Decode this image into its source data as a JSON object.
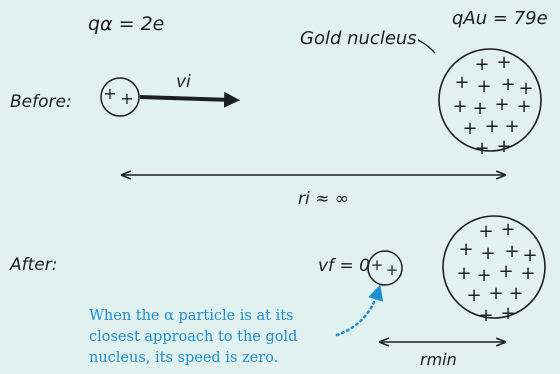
{
  "labels": {
    "q_alpha": "qα = 2e",
    "q_au": "qAu = 79e",
    "gold_nucleus": "Gold nucleus",
    "before": "Before:",
    "after": "After:",
    "v_initial": "vi",
    "r_initial": "ri ≈ ∞",
    "v_final": "vf = 0",
    "r_min": "rmin"
  },
  "callout": {
    "line1": "When the α particle is at its",
    "line2": "closest approach to the gold",
    "line3": "nucleus, its speed is zero."
  },
  "colors": {
    "background": "#e0f1ef",
    "ink": "#1e1e1e",
    "callout": "#1f8fcf"
  }
}
